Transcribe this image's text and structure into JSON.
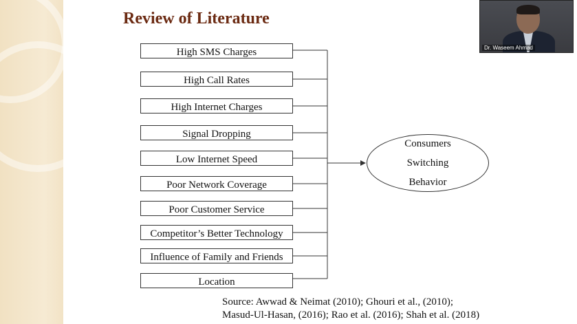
{
  "slide": {
    "title": "Review of Literature"
  },
  "factors": [
    "High SMS Charges",
    "High Call Rates",
    "High Internet Charges",
    "Signal Dropping",
    "Low Internet Speed",
    "Poor Network Coverage",
    "Poor Customer Service",
    "Competitor’s Better Technology",
    "Influence of Family and Friends",
    "Location"
  ],
  "outcome": {
    "line1": "Consumers",
    "line2": "Switching",
    "line3": "Behavior"
  },
  "source": {
    "line1": "Source: Awwad & Neimat (2010); Ghouri et al., (2010);",
    "line2": "Masud-Ul-Hasan,  (2016); Rao et al. (2016); Shah et al. (2018)"
  },
  "video": {
    "participant_name": "Dr. Waseem Ahmad"
  },
  "colors": {
    "title": "#6b2a12",
    "panel": "#f3e4c8",
    "line": "#333333"
  }
}
